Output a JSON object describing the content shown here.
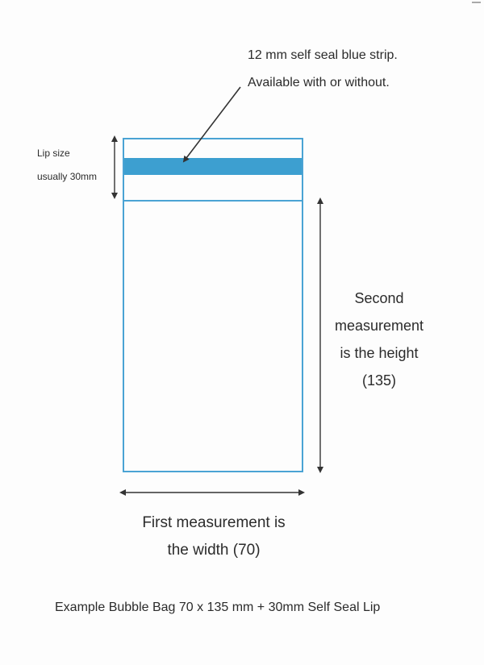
{
  "annotations": {
    "strip_note": [
      "12 mm self seal blue strip.",
      "Available with or without."
    ],
    "lip_label": [
      "Lip size",
      "usually 30mm"
    ],
    "height_label": [
      "Second",
      "measurement",
      "is the height",
      "(135)"
    ],
    "width_label": [
      "First measurement is",
      "the width (70)"
    ]
  },
  "caption": "Example Bubble Bag 70 x 135 mm + 30mm Self Seal Lip",
  "colors": {
    "bag_outline": "#4aa3d4",
    "seal_strip": "#3d9fd0",
    "arrow": "#333333"
  }
}
